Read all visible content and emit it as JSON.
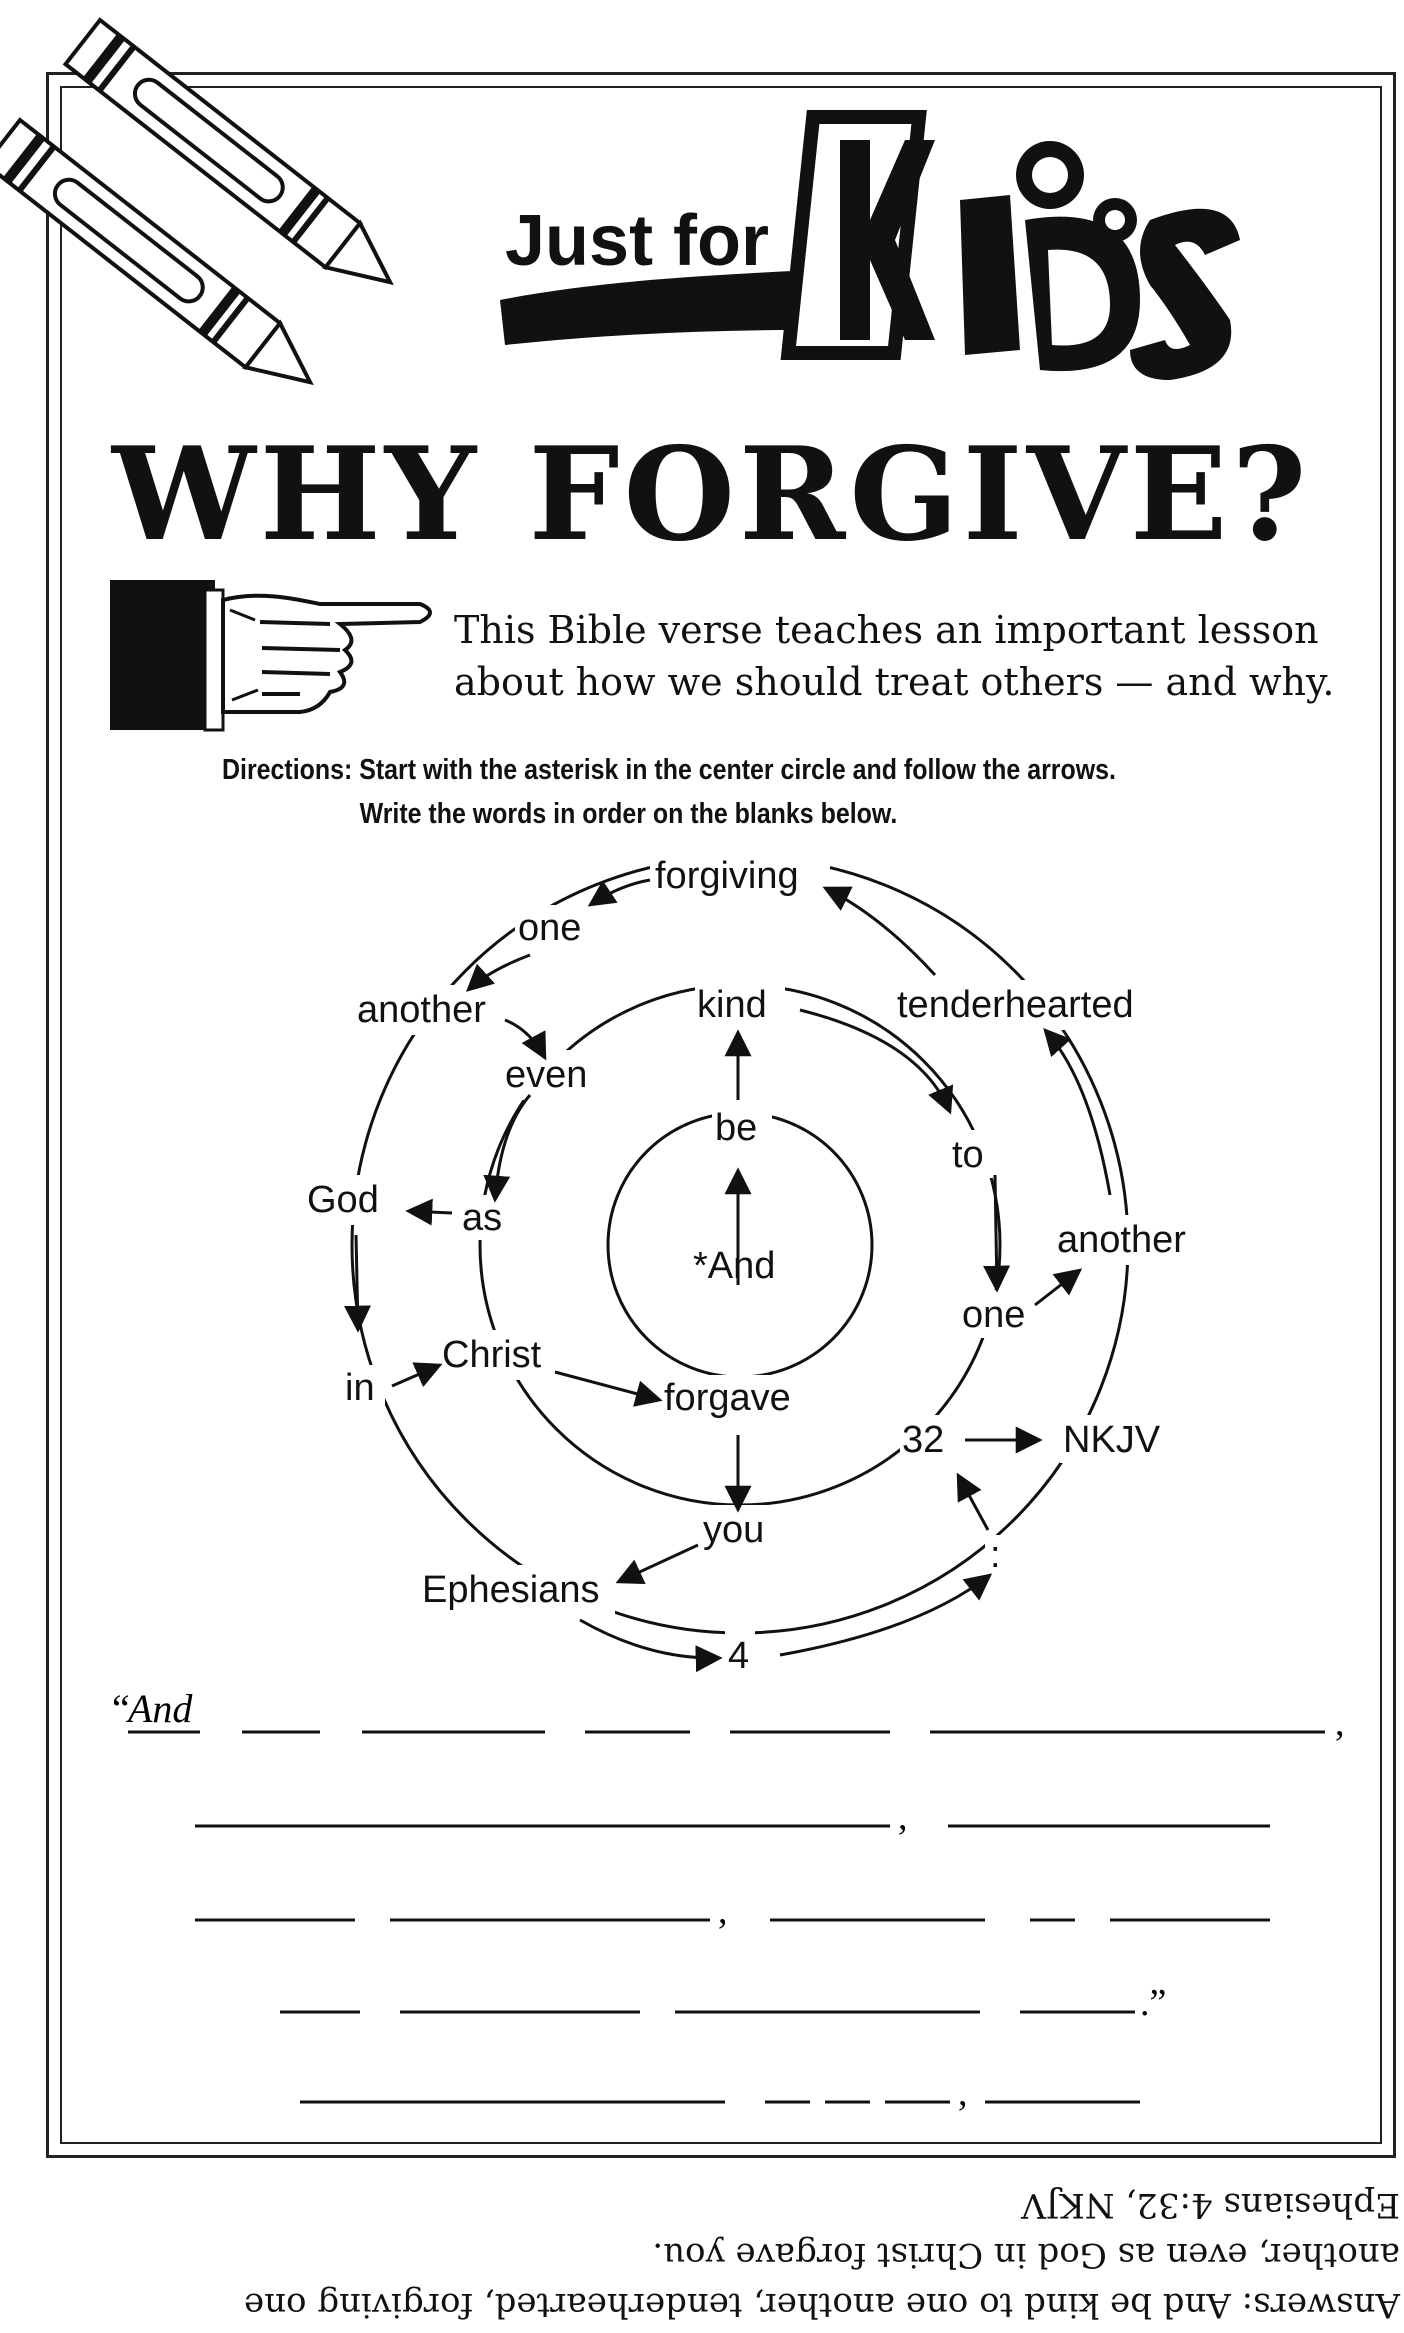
{
  "header": {
    "brand_prefix": "Just for",
    "brand_word": "KiDS"
  },
  "title": "WHY FORGIVE?",
  "intro": {
    "line1": "This Bible verse teaches an important lesson",
    "line2": "about how we should treat others — and why."
  },
  "directions": {
    "label": "Directions:",
    "line1": "Start with the asterisk in the center circle and follow the arrows.",
    "line2": "Write the words in order on the blanks below."
  },
  "puzzle_words": {
    "forgiving": "forgiving",
    "one_top": "one",
    "another_left": "another",
    "even": "even",
    "kind": "kind",
    "tenderhearted": "tenderhearted",
    "be": "be",
    "to": "to",
    "god": "God",
    "as": "as",
    "and_start": "*And",
    "another_right": "another",
    "one_right": "one",
    "in": "in",
    "christ": "Christ",
    "forgave": "forgave",
    "num32": "32",
    "nkjv": "NKJV",
    "you": "you",
    "colon": ":",
    "ephesians": "Ephesians",
    "four": "4"
  },
  "answer_lines": {
    "open_quote": "“",
    "first_word": "And",
    "comma": ",",
    "period_quote": ".”"
  },
  "answers_upside_down": {
    "line1": "Answers: And be kind to one another, tenderhearted, forgiving one",
    "line2": "another, even as God in Christ forgave you.",
    "line3": "Ephesians 4:32, NKJV"
  }
}
